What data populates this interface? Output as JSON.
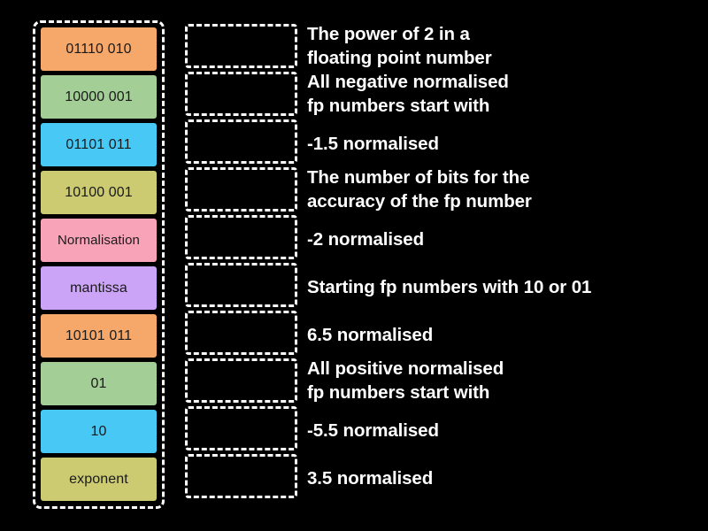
{
  "activity": {
    "type": "match-up-drag-and-drop",
    "background_color": "#000000",
    "text_color": "#ffffff",
    "dashed_border_color": "#ffffff"
  },
  "tile_stack": {
    "name": "draggable-answer-tiles",
    "tiles": [
      {
        "label": "01110 010",
        "color": "#f5a86a",
        "icon": "tile-orange"
      },
      {
        "label": "10000 001",
        "color": "#a3ce95",
        "icon": "tile-green"
      },
      {
        "label": "01101 011",
        "color": "#48c8f5",
        "icon": "tile-blue"
      },
      {
        "label": "10100 001",
        "color": "#cccb72",
        "icon": "tile-khaki"
      },
      {
        "label": "Normalisation",
        "color": "#f9a3b8",
        "icon": "tile-pink"
      },
      {
        "label": "mantissa",
        "color": "#cba4f7",
        "icon": "tile-violet"
      },
      {
        "label": "10101 011",
        "color": "#f5a86a",
        "icon": "tile-orange"
      },
      {
        "label": "01",
        "color": "#a3ce95",
        "icon": "tile-green"
      },
      {
        "label": "10",
        "color": "#48c8f5",
        "icon": "tile-blue"
      },
      {
        "label": "exponent",
        "color": "#cccb72",
        "icon": "tile-khaki"
      }
    ]
  },
  "match_rows": [
    {
      "dropzone_label": "",
      "prompt": "The power of 2 in a\nfloating point number"
    },
    {
      "dropzone_label": "",
      "prompt": "All negative normalised\nfp numbers start with"
    },
    {
      "dropzone_label": "",
      "prompt": "-1.5 normalised"
    },
    {
      "dropzone_label": "",
      "prompt": "The number of bits for the\naccuracy of the fp number"
    },
    {
      "dropzone_label": "",
      "prompt": "-2 normalised"
    },
    {
      "dropzone_label": "",
      "prompt": "Starting fp numbers with 10 or 01"
    },
    {
      "dropzone_label": "",
      "prompt": "6.5 normalised"
    },
    {
      "dropzone_label": "",
      "prompt": "All positive normalised\nfp numbers start with"
    },
    {
      "dropzone_label": "",
      "prompt": "-5.5 normalised"
    },
    {
      "dropzone_label": "",
      "prompt": "3.5 normalised"
    }
  ]
}
